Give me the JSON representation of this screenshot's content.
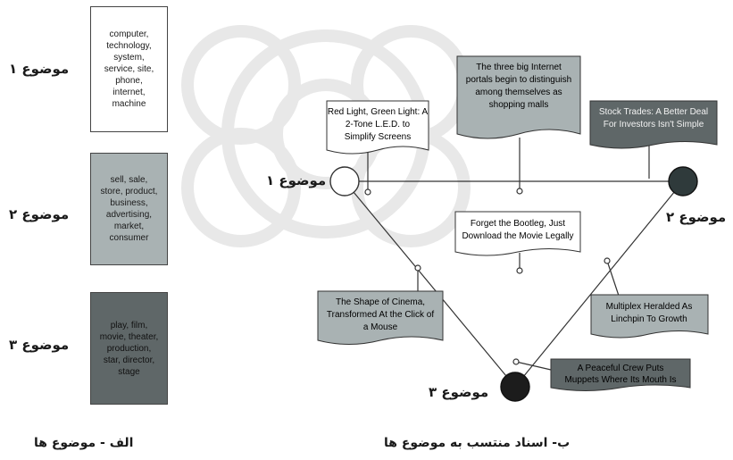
{
  "panel_a": {
    "caption": "الف - موضوع ها",
    "topics": [
      {
        "label": "موضوع ۱",
        "words": "computer,\ntechnology,\nsystem,\nservice, site,\nphone,\ninternet,\nmachine"
      },
      {
        "label": "موضوع ۲",
        "words": "sell, sale,\nstore, product,\nbusiness,\nadvertising,\nmarket,\nconsumer"
      },
      {
        "label": "موضوع ۳",
        "words": "play, film,\nmovie, theater,\nproduction,\nstar, director,\nstage"
      }
    ]
  },
  "panel_b": {
    "caption": "ب- اسناد منتسب به موضوع ها",
    "nodes": [
      {
        "label": "موضوع ۱"
      },
      {
        "label": "موضوع ۲"
      },
      {
        "label": "موضوع ۳"
      }
    ],
    "documents": [
      {
        "lines": [
          "Red Light, Green Light: A",
          "2-Tone L.E.D. to",
          "Simplify Screens"
        ]
      },
      {
        "lines": [
          "The three big Internet",
          "portals begin to distinguish",
          "among themselves as",
          "shopping malls"
        ]
      },
      {
        "lines": [
          "Stock Trades: A Better Deal",
          "For Investors Isn't Simple"
        ]
      },
      {
        "lines": [
          "Forget the Bootleg, Just",
          "Download the Movie Legally"
        ]
      },
      {
        "lines": [
          "The Shape of Cinema,",
          "Transformed At the Click of",
          "a Mouse"
        ]
      },
      {
        "lines": [
          "Multiplex Heralded As",
          "Linchpin To Growth"
        ]
      },
      {
        "lines": [
          "A Peaceful Crew Puts",
          "Muppets Where Its Mouth Is"
        ]
      }
    ]
  },
  "colors": {
    "topic1_fill": "#ffffff",
    "topic2_fill": "#a9b2b3",
    "topic3_fill": "#5f6768",
    "node2_fill": "#2f3a3b",
    "node3_fill": "#1c1c1c",
    "watermark": "#e6e6e6"
  }
}
